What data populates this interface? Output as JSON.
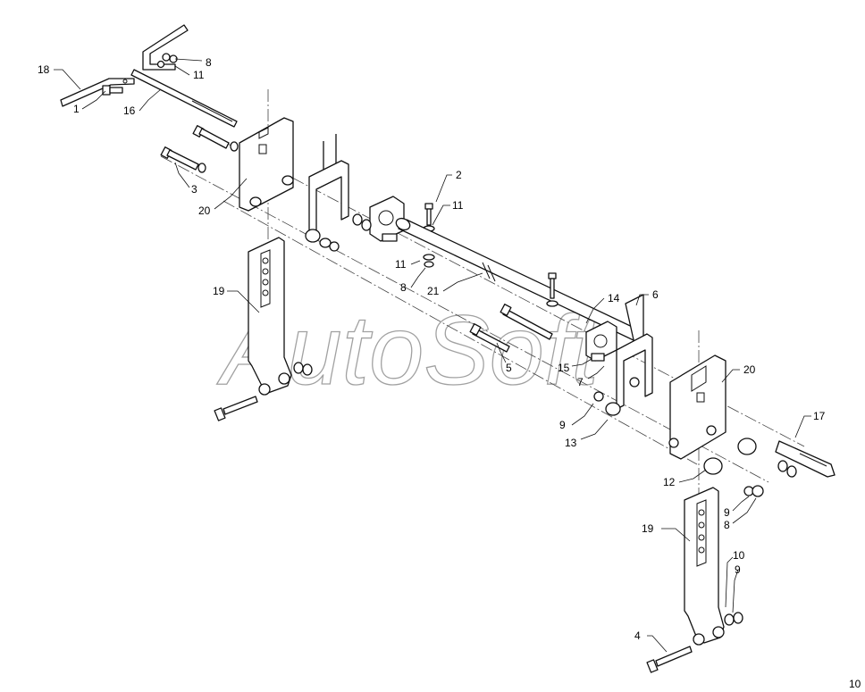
{
  "watermark": "AutoSoft",
  "page_number": "10",
  "callouts": [
    {
      "id": "c18a",
      "text": "18"
    },
    {
      "id": "c1",
      "text": "1"
    },
    {
      "id": "c16",
      "text": "16"
    },
    {
      "id": "c8a",
      "text": "8"
    },
    {
      "id": "c11a",
      "text": "11"
    },
    {
      "id": "c3",
      "text": "3"
    },
    {
      "id": "c20a",
      "text": "20"
    },
    {
      "id": "c2",
      "text": "2"
    },
    {
      "id": "c11b",
      "text": "11"
    },
    {
      "id": "c11c",
      "text": "11"
    },
    {
      "id": "c8b",
      "text": "8"
    },
    {
      "id": "c21",
      "text": "21"
    },
    {
      "id": "c19a",
      "text": "19"
    },
    {
      "id": "c14",
      "text": "14"
    },
    {
      "id": "c6",
      "text": "6"
    },
    {
      "id": "c5",
      "text": "5"
    },
    {
      "id": "c15",
      "text": "15"
    },
    {
      "id": "c7",
      "text": "7"
    },
    {
      "id": "c20b",
      "text": "20"
    },
    {
      "id": "c17",
      "text": "17"
    },
    {
      "id": "c9a",
      "text": "9"
    },
    {
      "id": "c13",
      "text": "13"
    },
    {
      "id": "c12",
      "text": "12"
    },
    {
      "id": "c9b",
      "text": "9"
    },
    {
      "id": "c8c",
      "text": "8"
    },
    {
      "id": "c19b",
      "text": "19"
    },
    {
      "id": "c10",
      "text": "10"
    },
    {
      "id": "c9c",
      "text": "9"
    },
    {
      "id": "c4",
      "text": "4"
    }
  ]
}
